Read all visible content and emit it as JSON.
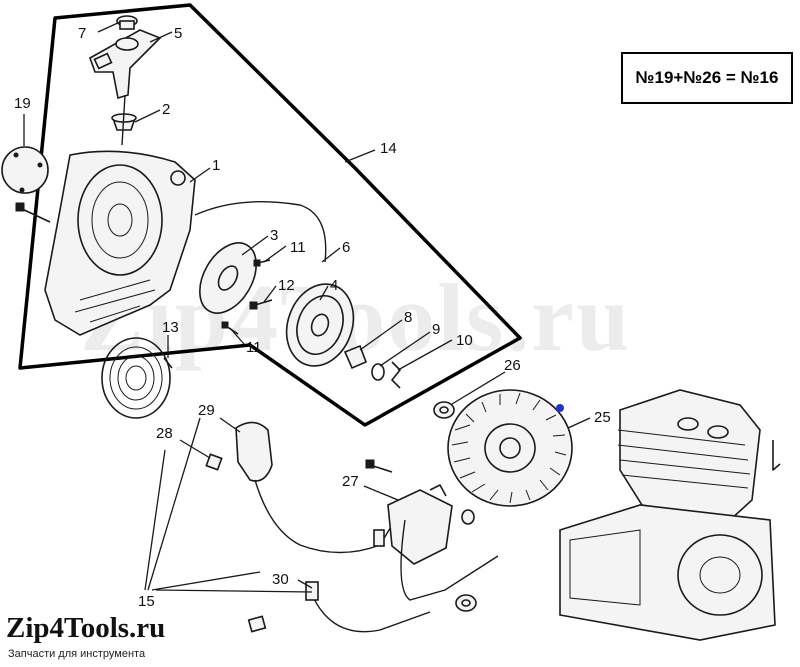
{
  "formula": "№19+№26 = №16",
  "watermark": "Zip4Tools.ru",
  "brand": "Zip4Tools.ru",
  "tagline": "Запчасти для инструмента",
  "labels": {
    "n1": "1",
    "n2": "2",
    "n3": "3",
    "n4": "4",
    "n5": "5",
    "n6": "6",
    "n7": "7",
    "n8": "8",
    "n9": "9",
    "n10": "10",
    "n11a": "11",
    "n11b": "11",
    "n12": "12",
    "n13": "13",
    "n14": "14",
    "n15": "15",
    "n19": "19",
    "n25": "25",
    "n26": "26",
    "n27": "27",
    "n28": "28",
    "n29": "29",
    "n30": "30"
  }
}
